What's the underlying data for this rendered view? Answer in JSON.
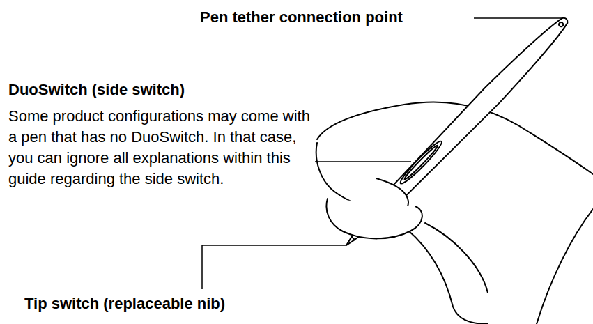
{
  "diagram": {
    "labels": [
      "Pen tether connection point",
      "DuoSwitch (side switch)",
      "Some product configurations may come with a pen that has no DuoSwitch. In that case, you can ignore all explanations within this guide regarding the side switch.",
      "Tip switch (replaceable nib)"
    ]
  }
}
